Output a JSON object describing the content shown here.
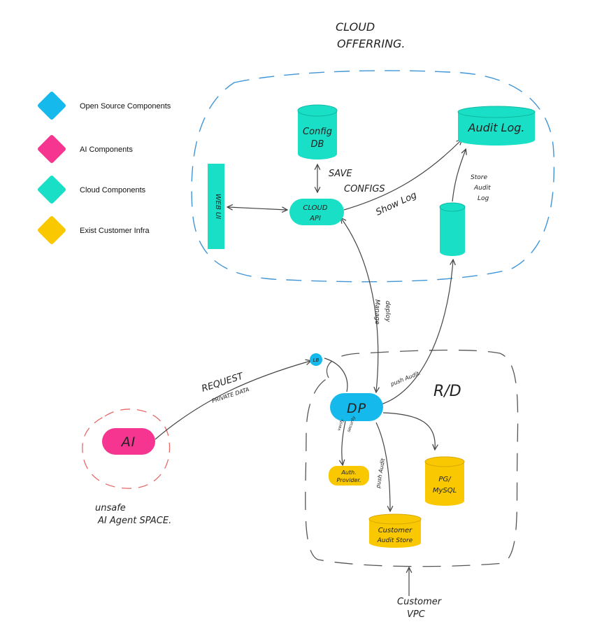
{
  "colors": {
    "open_source": "#16b9ec",
    "ai": "#f5358f",
    "cloud": "#19dfc6",
    "customer": "#f9c800",
    "cloud_boundary": "#3f95d8",
    "ai_boundary": "#e86868",
    "ink": "#444444"
  },
  "legend": [
    {
      "label": "Open Source Components",
      "color_key": "open_source"
    },
    {
      "label": "AI Components",
      "color_key": "ai"
    },
    {
      "label": "Cloud Components",
      "color_key": "cloud"
    },
    {
      "label": "Exist Customer Infra",
      "color_key": "customer"
    }
  ],
  "cloud_offering": {
    "line1": "CLOUD",
    "line2": "OFFERRING."
  },
  "nodes": {
    "config_db": {
      "line1": "Config",
      "line2": "DB"
    },
    "audit_log": {
      "label": "Audit Log."
    },
    "web_ui": {
      "label": "WEB UI"
    },
    "cloud_api": {
      "line1": "CLOUD",
      "line2": "API"
    },
    "lb": {
      "label": "LB"
    },
    "dp": {
      "label": "DP"
    },
    "ai": {
      "label": "AI"
    },
    "auth_provider": {
      "line1": "Auth.",
      "line2": "Provider."
    },
    "pg_mysql": {
      "line1": "PG/",
      "line2": "MySQL"
    },
    "customer_audit": {
      "line1": "Customer",
      "line2": "Audit Store"
    }
  },
  "edge_labels": {
    "save_configs": {
      "line1": "SAVE",
      "line2": "CONFIGS"
    },
    "show_log": "Show Log",
    "store_audit": {
      "line1": "Store",
      "line2": "Audit",
      "line3": "Log"
    },
    "manage_deploy": {
      "line1": "Manage",
      "line2": "deploy"
    },
    "push_audit_up": "push Audit.",
    "request": {
      "line1": "REQUEST",
      "line2": "PRIVATE DATA"
    },
    "verify_security": {
      "line1": "verify",
      "line2": "security"
    },
    "push_audit_down": "push Audit"
  },
  "region_labels": {
    "rd": "R/D",
    "ai_space": {
      "line1": "unsafe",
      "line2": "AI Agent SPACE."
    },
    "customer_vpc": {
      "line1": "Customer",
      "line2": "VPC"
    }
  }
}
